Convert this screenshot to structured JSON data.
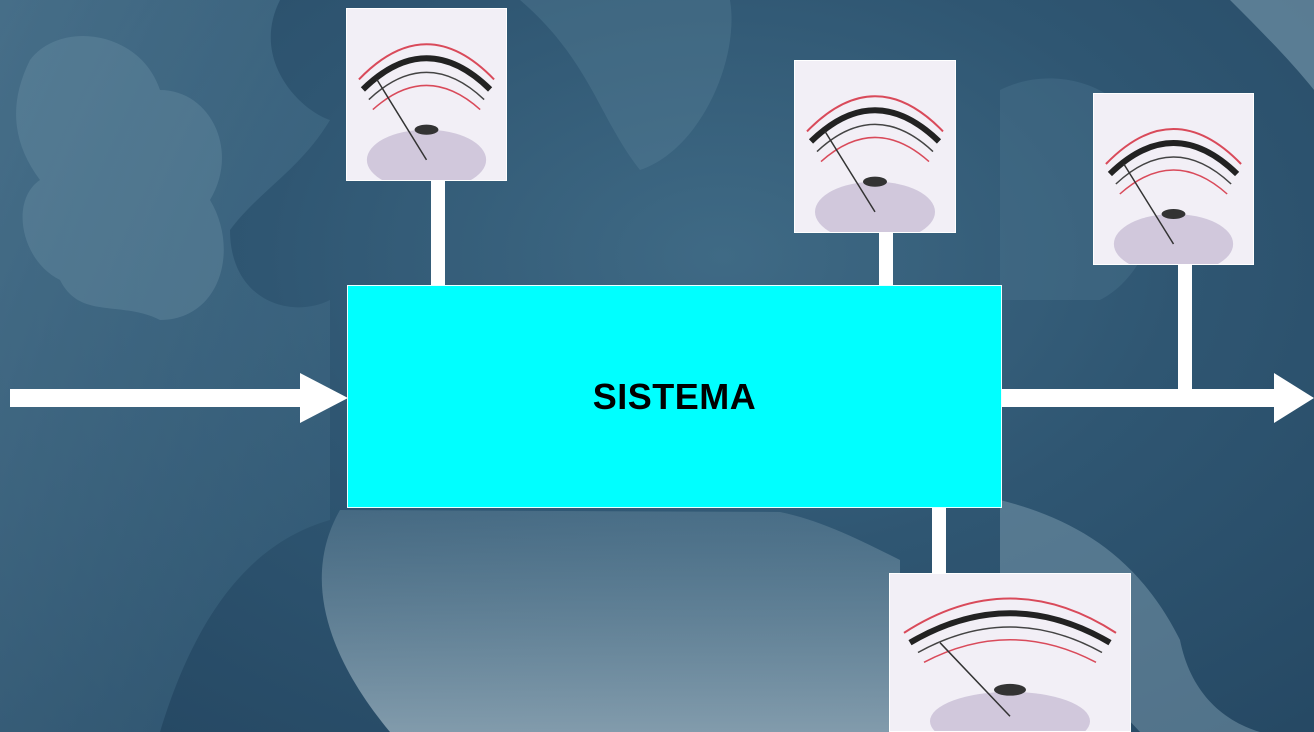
{
  "diagram": {
    "system_label": "SISTEMA",
    "colors": {
      "system_fill": "#00ffff",
      "connector": "#ffffff",
      "background": "#2f5672",
      "meter_scale_red": "#d94a5a"
    },
    "meters": [
      {
        "id": "meter-top-left",
        "icon": "analog-meter-icon"
      },
      {
        "id": "meter-top-middle",
        "icon": "analog-meter-icon"
      },
      {
        "id": "meter-top-right",
        "icon": "analog-meter-icon"
      },
      {
        "id": "meter-bottom",
        "icon": "analog-meter-icon"
      }
    ]
  }
}
